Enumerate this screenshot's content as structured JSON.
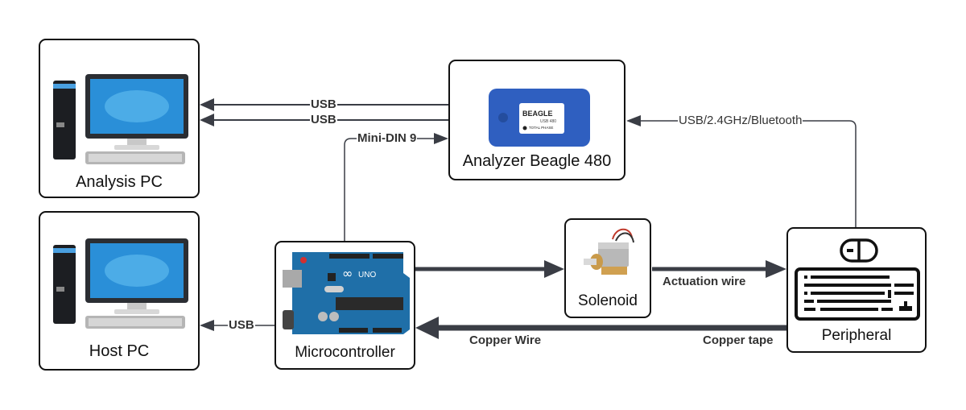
{
  "nodes": {
    "analysis_pc": {
      "label": "Analysis PC",
      "icon": "desktop-computer-icon"
    },
    "host_pc": {
      "label": "Host PC",
      "icon": "desktop-computer-icon"
    },
    "analyzer": {
      "label": "Analyzer Beagle 480",
      "icon": "usb-analyzer-device-icon",
      "device_brand": "BEAGLE",
      "device_model": "USB 480",
      "device_maker": "TOTAL PHASE"
    },
    "microcontroller": {
      "label": "Microcontroller",
      "icon": "arduino-uno-board-icon",
      "board_text": "UNO"
    },
    "solenoid": {
      "label": "Solenoid",
      "icon": "solenoid-icon"
    },
    "peripheral": {
      "label": "Peripheral",
      "icon": "mouse-keyboard-icon"
    }
  },
  "edges": [
    {
      "from": "analyzer",
      "to": "analysis_pc",
      "label": "USB"
    },
    {
      "from": "analyzer",
      "to": "analysis_pc",
      "label": "USB"
    },
    {
      "from": "microcontroller",
      "to": "analyzer",
      "label": "Mini-DIN 9"
    },
    {
      "from": "peripheral",
      "to": "analyzer",
      "label": "USB/2.4GHz/Bluetooth"
    },
    {
      "from": "microcontroller",
      "to": "host_pc",
      "label": "USB"
    },
    {
      "from": "microcontroller",
      "to": "solenoid",
      "label": ""
    },
    {
      "from": "solenoid",
      "to": "peripheral",
      "label": "Actuation wire"
    },
    {
      "from": "peripheral",
      "to": "microcontroller",
      "label_start": "Copper tape",
      "label_end": "Copper Wire"
    }
  ],
  "colors": {
    "wire": "#3a3d45",
    "border": "#111111",
    "screen": "#2a8fd8",
    "arduino": "#1f6fa8",
    "analyzer": "#2f5fc0"
  }
}
